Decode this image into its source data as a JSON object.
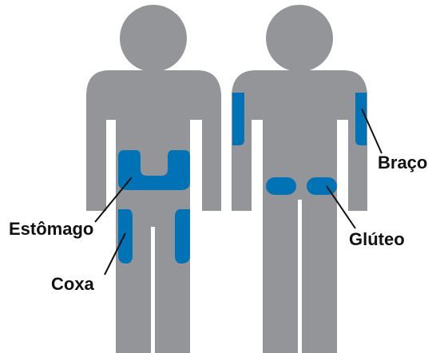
{
  "colors": {
    "body": "#939598",
    "site": "#0073b7",
    "leader": "#111111",
    "background": "#ffffff"
  },
  "labels": {
    "stomach": "Estômago",
    "thigh": "Coxa",
    "arm": "Braço",
    "buttock": "Glúteo"
  }
}
